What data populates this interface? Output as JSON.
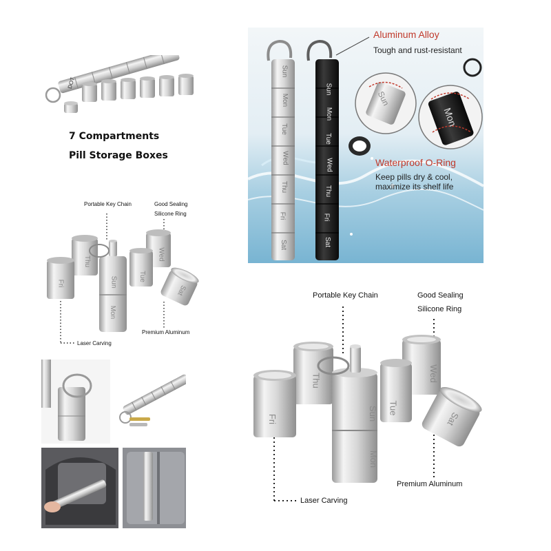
{
  "overview": {
    "heading_line1": "7 Compartments",
    "heading_line2": "Pill Storage Boxes",
    "cap_label": "DOT"
  },
  "water_panel": {
    "feature1_title": "Aluminum Alloy",
    "feature1_desc": "Tough and rust-resistant",
    "feature2_title": "Waterproof O-Ring",
    "feature2_desc_line1": "Keep pills dry & cool,",
    "feature2_desc_line2": "maximize its shelf life",
    "silver_days": [
      "Sun",
      "Mon",
      "Tue",
      "Wed",
      "Thu",
      "Fri",
      "Sat"
    ],
    "black_days": [
      "Sun",
      "Mon",
      "Tue",
      "Wed",
      "Thu",
      "Fri",
      "Sat"
    ],
    "zoom_label_black": "Mon",
    "zoom_label_silver": "Sun"
  },
  "small_diagram": {
    "key_chain": "Portable Key Chain",
    "sealing_line1": "Good Sealing",
    "sealing_line2": "Silicone Ring",
    "laser": "Laser Carving",
    "aluminum": "Premium Aluminum",
    "can_labels": [
      "Fri",
      "Thu",
      "Sun",
      "Mon",
      "Tue",
      "Wed",
      "Sat"
    ]
  },
  "large_diagram": {
    "key_chain": "Portable Key Chain",
    "sealing_line1": "Good Sealing",
    "sealing_line2": "Silicone Ring",
    "laser": "Laser Carving",
    "aluminum": "Premium Aluminum",
    "can_labels": [
      "Fri",
      "Thu",
      "Sun",
      "Mon",
      "Tue",
      "Wed",
      "Sat"
    ]
  },
  "colors": {
    "water_bg": "#cfe3ee",
    "accent_red": "#c0392b",
    "aluminum_light": "#e9e9e9",
    "aluminum_dark": "#a9a9a9",
    "black_tube": "#1f1f1f"
  }
}
